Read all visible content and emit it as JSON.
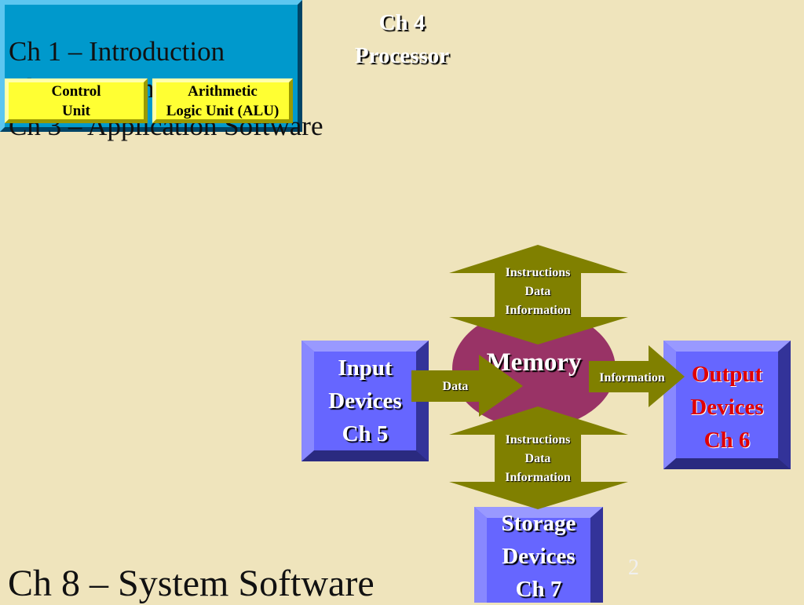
{
  "chapters": {
    "line1": "Ch 1 – Introduction",
    "line2": "Ch 2 – Internet & WWW",
    "line3": "Ch 3 – Application Software",
    "footer": "Ch 8 – System Software"
  },
  "processor": {
    "title_line1": "Ch 4",
    "title_line2": "Processor",
    "control_unit": {
      "line1": "Control",
      "line2": "Unit"
    },
    "alu": {
      "line1": "Arithmetic",
      "line2": "Logic Unit (ALU)"
    }
  },
  "memory": {
    "label": "Memory"
  },
  "arrows": {
    "top": {
      "line1": "Instructions",
      "line2": "Data",
      "line3": "Information"
    },
    "bottom": {
      "line1": "Instructions",
      "line2": "Data",
      "line3": "Information"
    },
    "input_to_memory": "Data",
    "memory_to_output": "Information"
  },
  "input_devices": {
    "line1": "Input",
    "line2": "Devices",
    "line3": "Ch 5"
  },
  "output_devices": {
    "line1": "Output",
    "line2": "Devices",
    "line3": "Ch 6"
  },
  "storage_devices": {
    "line1": "Storage",
    "line2": "Devices",
    "line3": "Ch 7"
  },
  "page_number": "2",
  "colors": {
    "background": "#efe4bc",
    "processor": "#0099cc",
    "unit": "#ffff33",
    "memory": "#993366",
    "arrow": "#808000",
    "device": "#6666ff",
    "output_text": "#e00000"
  }
}
